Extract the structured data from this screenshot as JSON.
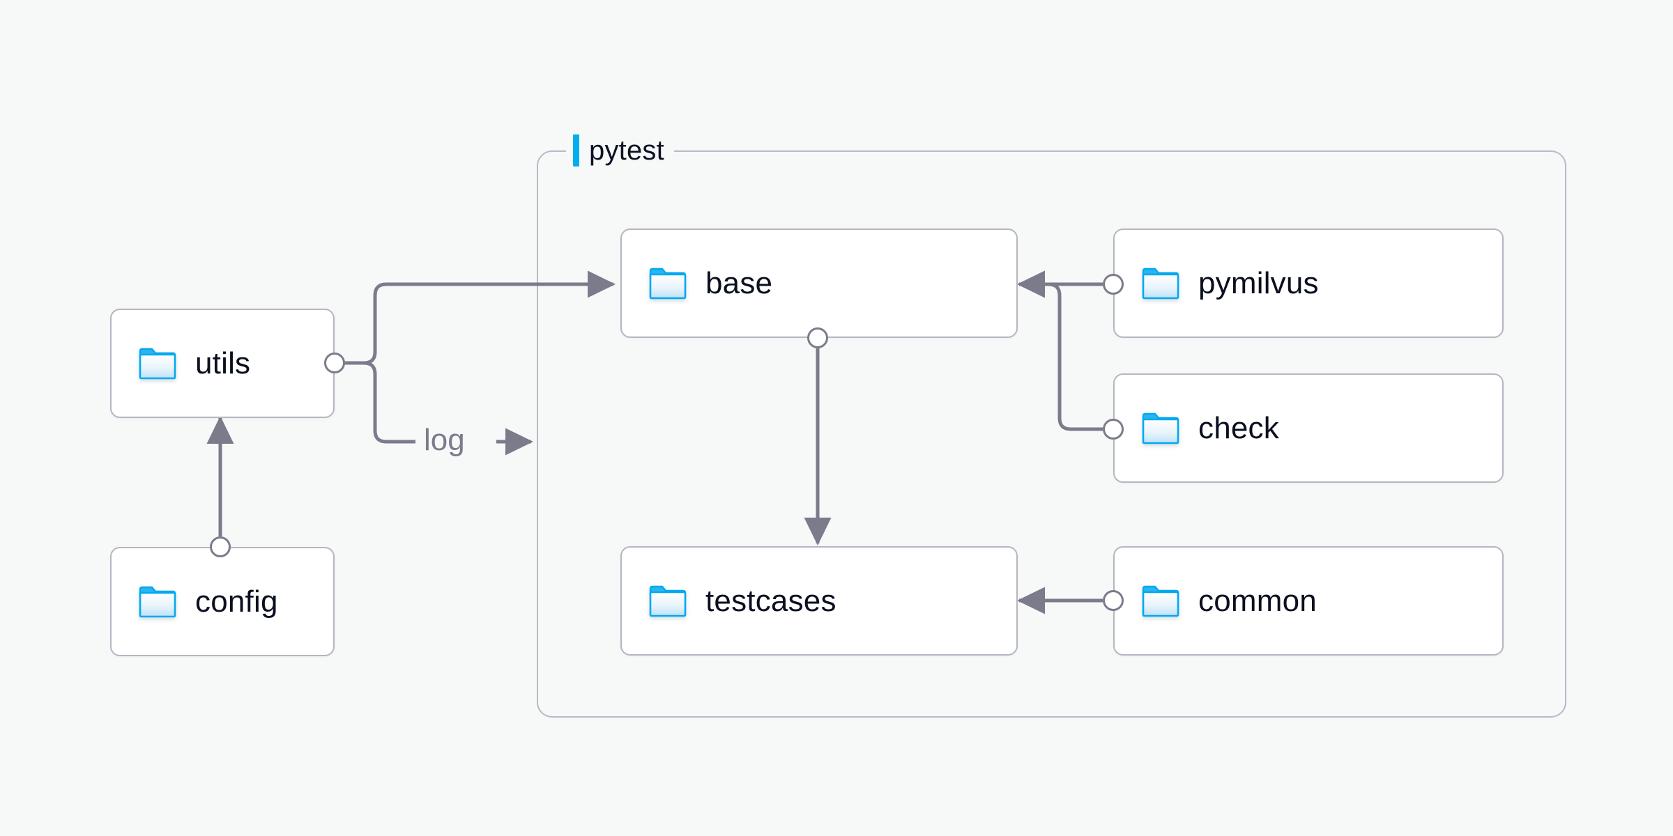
{
  "canvas": {
    "background_color": "#F7F8F8",
    "accent_color": "#00AEEF",
    "node_border_color": "#B6B6C2",
    "node_fill_color": "#FFFFFF",
    "edge_color": "#7B7B8B",
    "label_text_color": "#0B1020",
    "group_border_color": "#B9B9C8"
  },
  "group": {
    "name": "pytest-group",
    "title": "pytest",
    "accent_color": "#00AEEF"
  },
  "nodes": [
    {
      "id": "utils",
      "label": "utils",
      "icon": "folder-icon"
    },
    {
      "id": "config",
      "label": "config",
      "icon": "folder-icon"
    },
    {
      "id": "base",
      "label": "base",
      "icon": "folder-icon"
    },
    {
      "id": "testcases",
      "label": "testcases",
      "icon": "folder-icon"
    },
    {
      "id": "pymilvus",
      "label": "pymilvus",
      "icon": "folder-icon"
    },
    {
      "id": "check",
      "label": "check",
      "icon": "folder-icon"
    },
    {
      "id": "common",
      "label": "common",
      "icon": "folder-icon"
    }
  ],
  "edges": [
    {
      "id": "config-to-utils",
      "from": "config",
      "to": "utils",
      "label": ""
    },
    {
      "id": "utils-to-base",
      "from": "utils",
      "to": "base",
      "label": ""
    },
    {
      "id": "utils-to-log",
      "from": "utils",
      "to": "pytest",
      "label": "log"
    },
    {
      "id": "base-to-testcases",
      "from": "base",
      "to": "testcases",
      "label": ""
    },
    {
      "id": "pymilvus-to-base",
      "from": "pymilvus",
      "to": "base",
      "label": ""
    },
    {
      "id": "check-to-base",
      "from": "check",
      "to": "base",
      "label": ""
    },
    {
      "id": "common-to-testcases",
      "from": "common",
      "to": "testcases",
      "label": ""
    }
  ]
}
